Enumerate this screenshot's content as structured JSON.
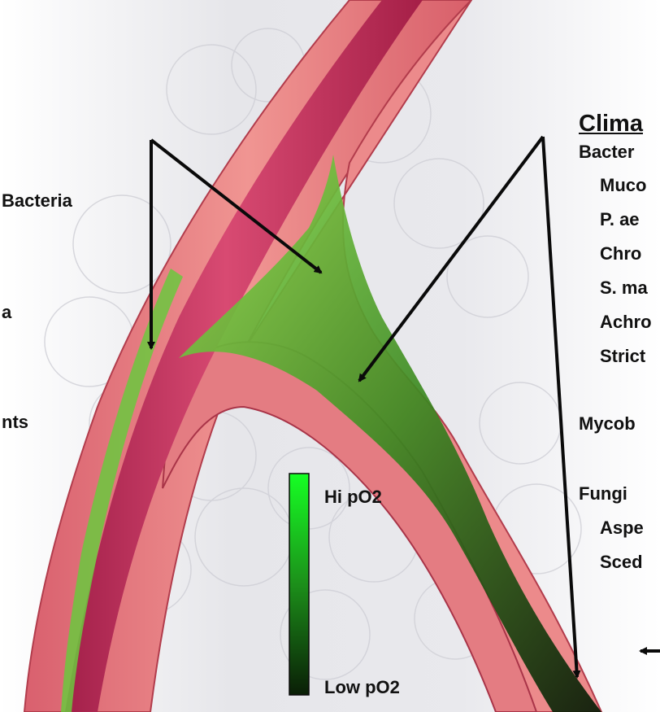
{
  "heading": "Clima",
  "left_labels": [
    "Bacteria",
    "a",
    "nts"
  ],
  "right_labels": {
    "bacteria_header": "Bacter",
    "bacteria_items": [
      "Muco",
      "P. ae",
      "Chro",
      "S. ma",
      "Achro",
      "Strict"
    ],
    "mycobacteria": "Mycob",
    "fungi_header": "Fungi",
    "fungi_items": [
      "Aspe",
      "Sced"
    ]
  },
  "legend": {
    "high": "Hi pO2",
    "low": "Low pO2",
    "colors": [
      "#16ff24",
      "#0c2a08"
    ]
  }
}
